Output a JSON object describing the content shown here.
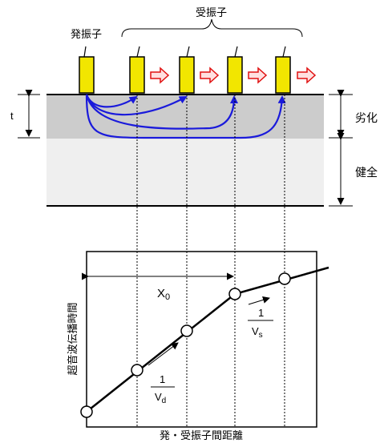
{
  "top": {
    "transmitter_label": "発振子",
    "receivers_label": "受振子",
    "thickness_label": "t",
    "degraded_label": "劣化",
    "sound_label": "健全"
  },
  "graph": {
    "ylabel": "超音波伝播時間",
    "xlabel": "発・受振子間距離",
    "x0_main": "X",
    "x0_sub": "0",
    "slope_d_num": "1",
    "slope_d_den_main": "V",
    "slope_d_den_sub": "d",
    "slope_s_num": "1",
    "slope_s_den_main": "V",
    "slope_s_den_sub": "s"
  },
  "colors": {
    "degraded_layer": "#cccccc",
    "sound_layer": "#efefef",
    "transducer_fill": "#f2e600",
    "wave_path": "#1a1adb",
    "arrow_fill": "#ffe0e0",
    "arrow_stroke": "#e01010"
  }
}
